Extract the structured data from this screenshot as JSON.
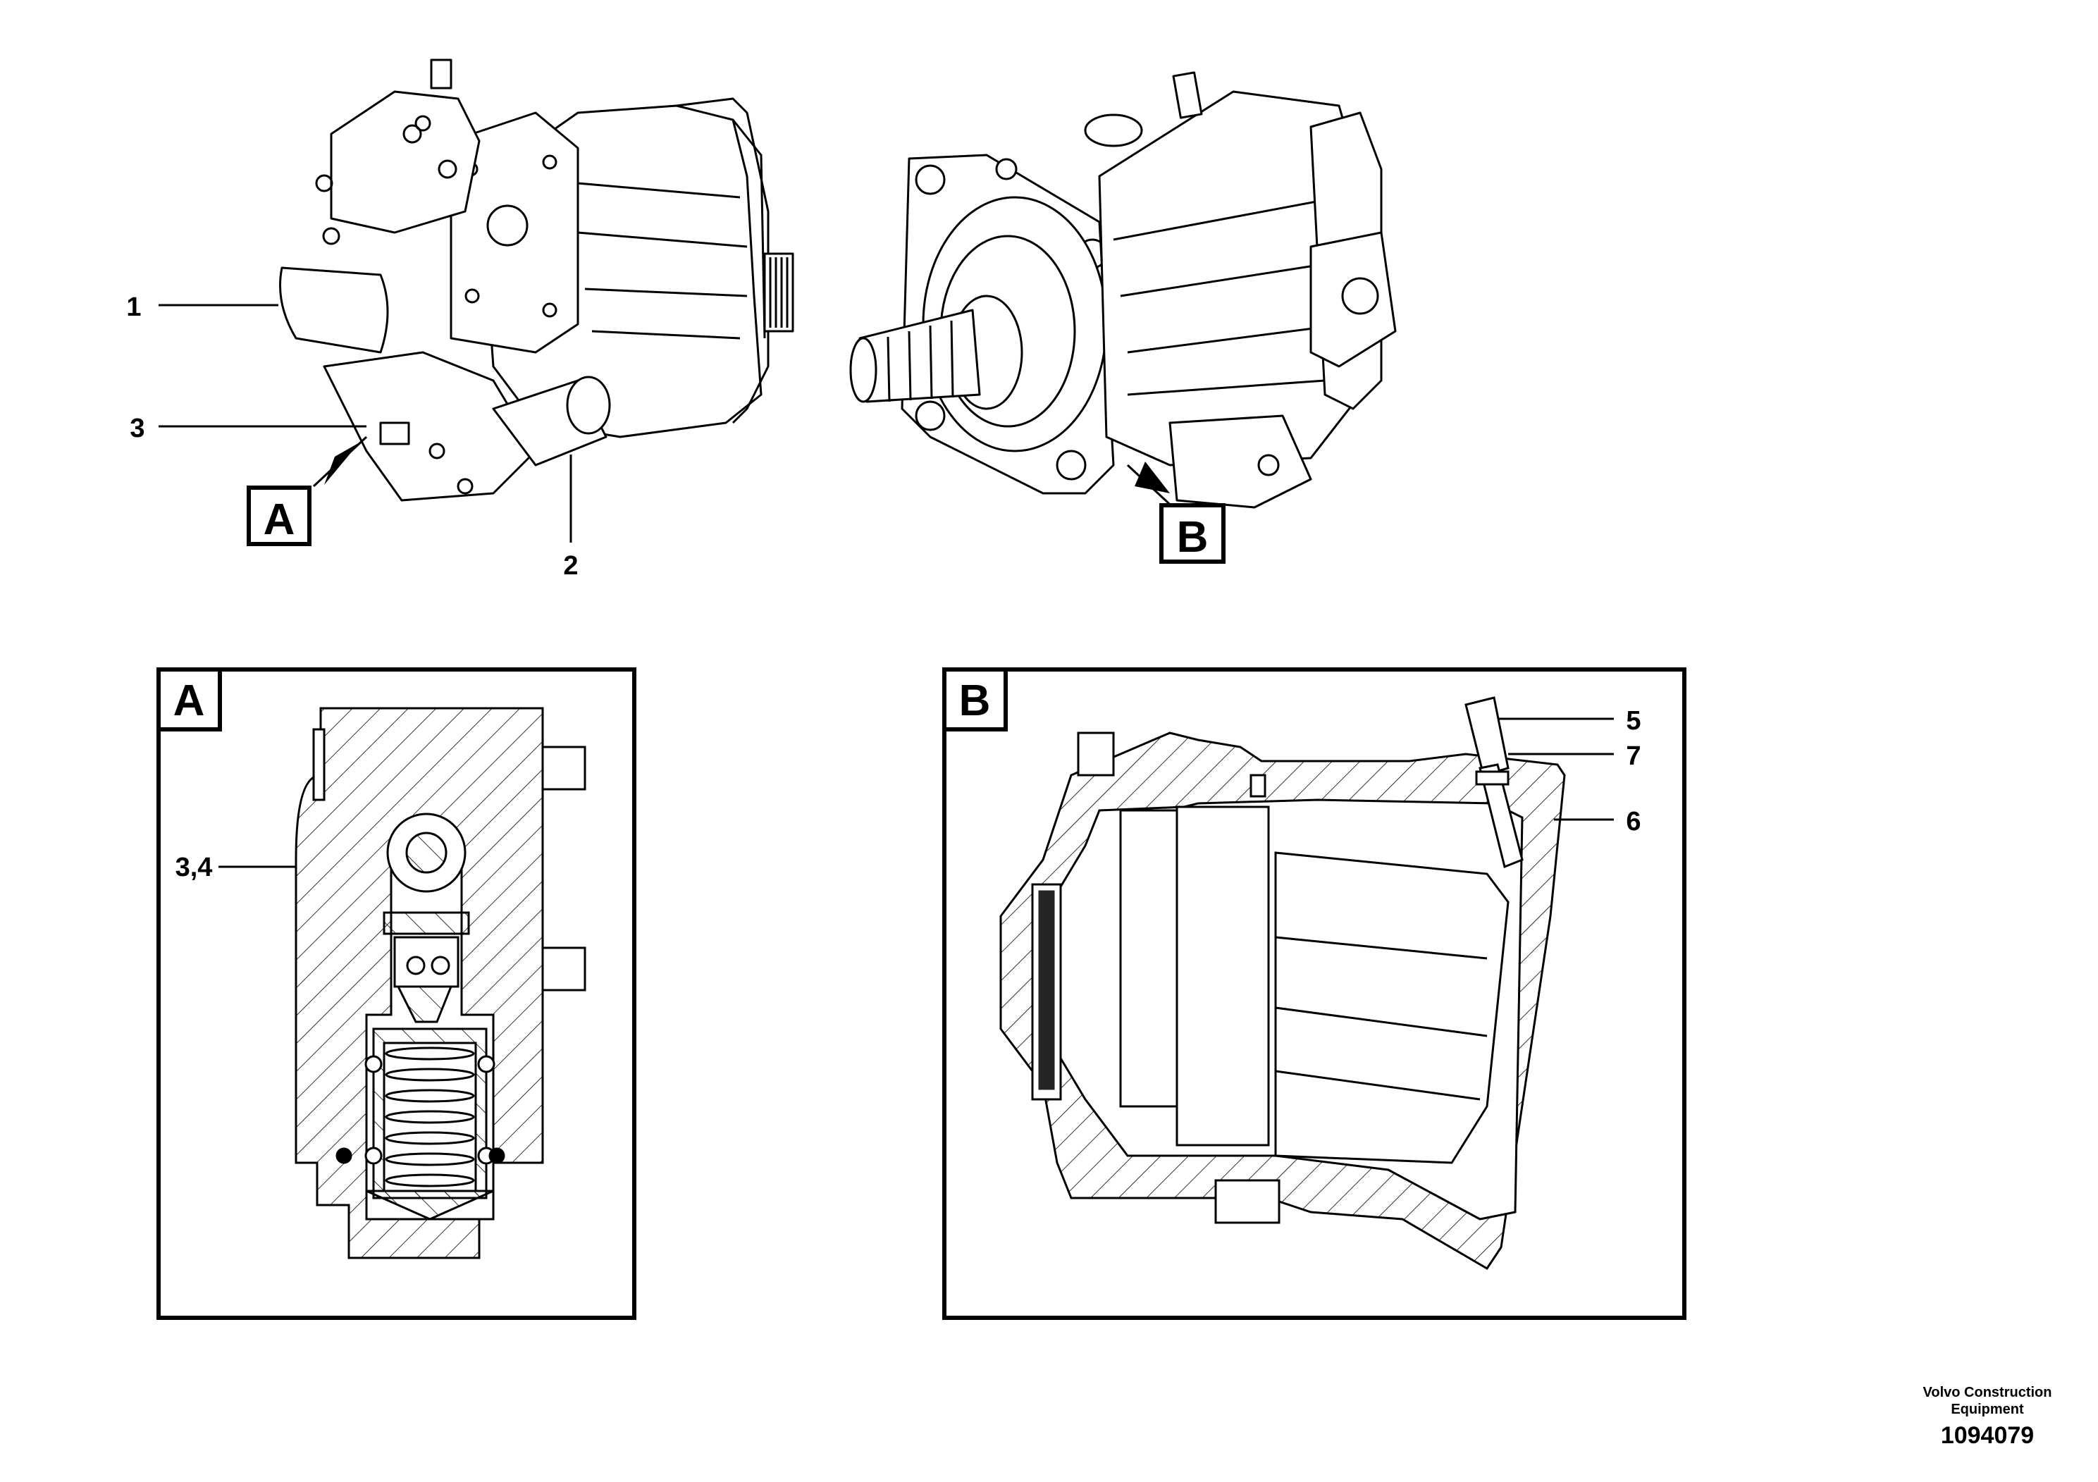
{
  "callouts": {
    "c1": "1",
    "c2": "2",
    "c3": "3",
    "c34": "3,4",
    "c5": "5",
    "c6": "6",
    "c7": "7"
  },
  "view_labels": {
    "a_top": "A",
    "b_top": "B",
    "a_detail": "A",
    "b_detail": "B"
  },
  "footer": {
    "company_line1": "Volvo Construction",
    "company_line2": "Equipment",
    "drawing_number": "1094079"
  }
}
